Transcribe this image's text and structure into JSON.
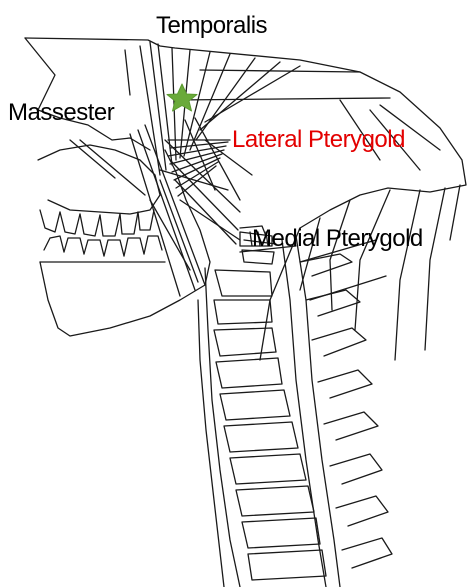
{
  "labels": {
    "temporalis": "Temporalis",
    "masseter": "Massester",
    "lateral_pterygoid": "Lateral Pterygold",
    "medial_pterygoid": "Medial Pterygold"
  },
  "colors": {
    "line": "#1a1a1a",
    "text": "#000000",
    "highlight_label": "#e30000",
    "marker": "#6aaa3a"
  },
  "marker": {
    "icon": "star-icon"
  }
}
